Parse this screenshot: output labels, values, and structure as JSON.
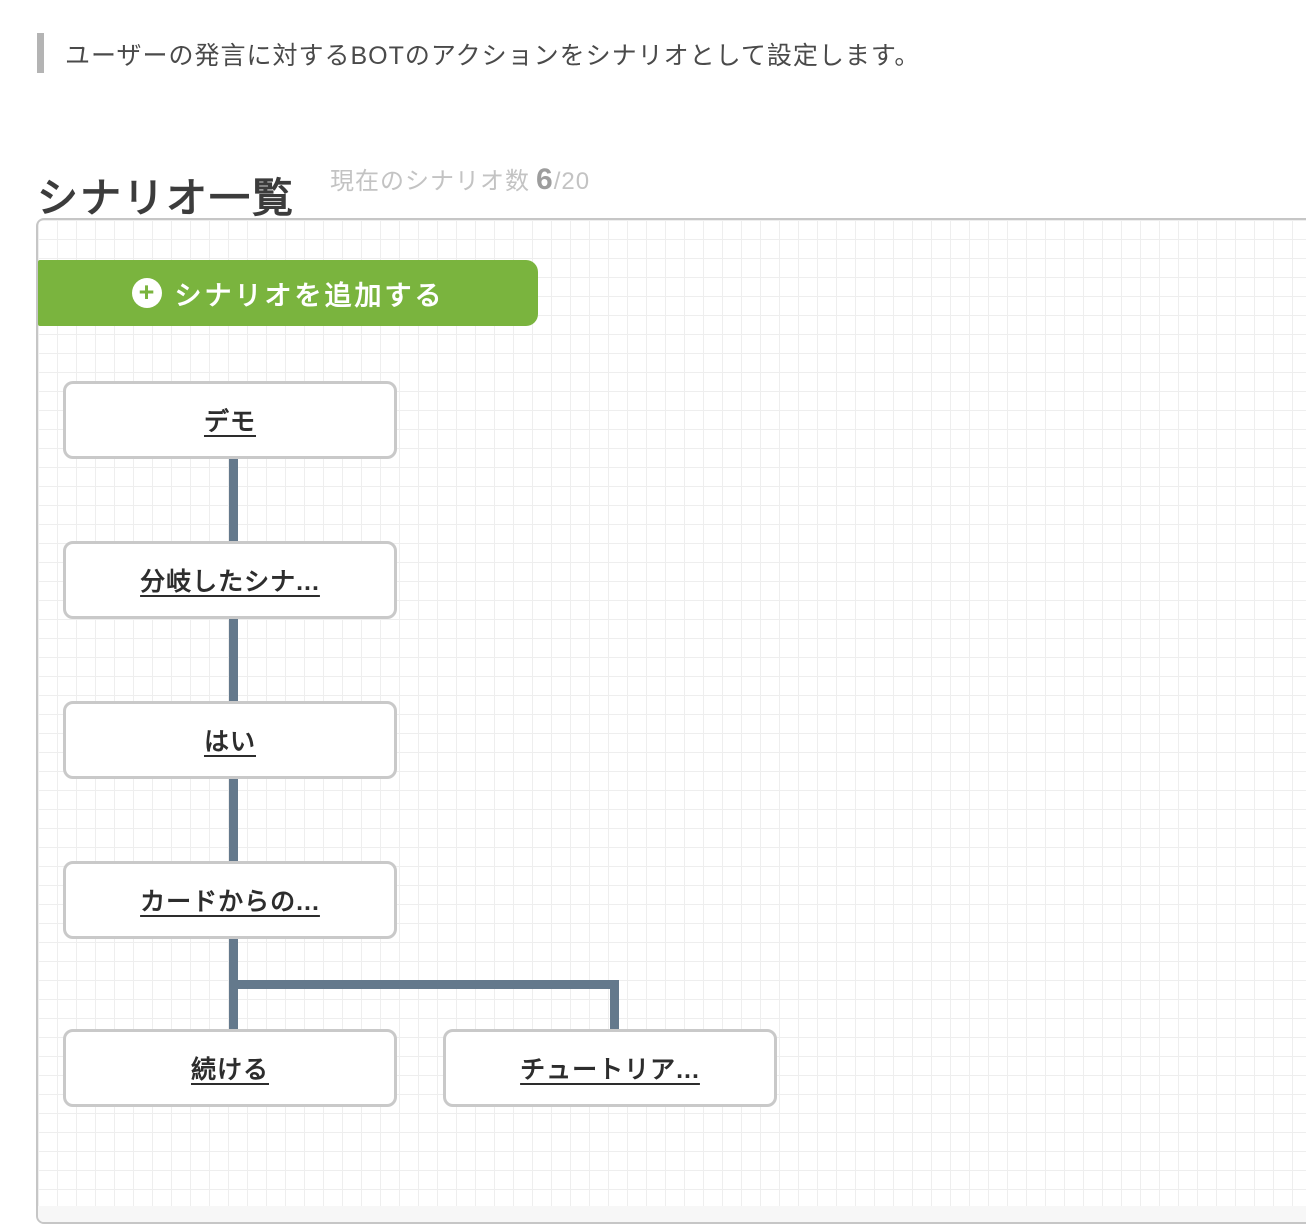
{
  "description": "ユーザーの発言に対するBOTのアクションをシナリオとして設定します。",
  "header": {
    "title": "シナリオ一覧",
    "counter_label": "現在のシナリオ数",
    "counter_current": "6",
    "counter_max": "/20"
  },
  "canvas": {
    "add_button_label": "シナリオを追加する",
    "nodes": [
      {
        "label": "デモ"
      },
      {
        "label": "分岐したシナ..."
      },
      {
        "label": "はい"
      },
      {
        "label": "カードからの..."
      },
      {
        "label": "続ける"
      },
      {
        "label": "チュートリア..."
      }
    ]
  },
  "icons": {
    "add_plus": "+"
  },
  "colors": {
    "accent_green": "#7ab43e",
    "connector_slate": "#64798c",
    "node_border": "#c9c9c9",
    "grid_line": "#eeeeee",
    "muted_text": "#c3c3c3"
  }
}
